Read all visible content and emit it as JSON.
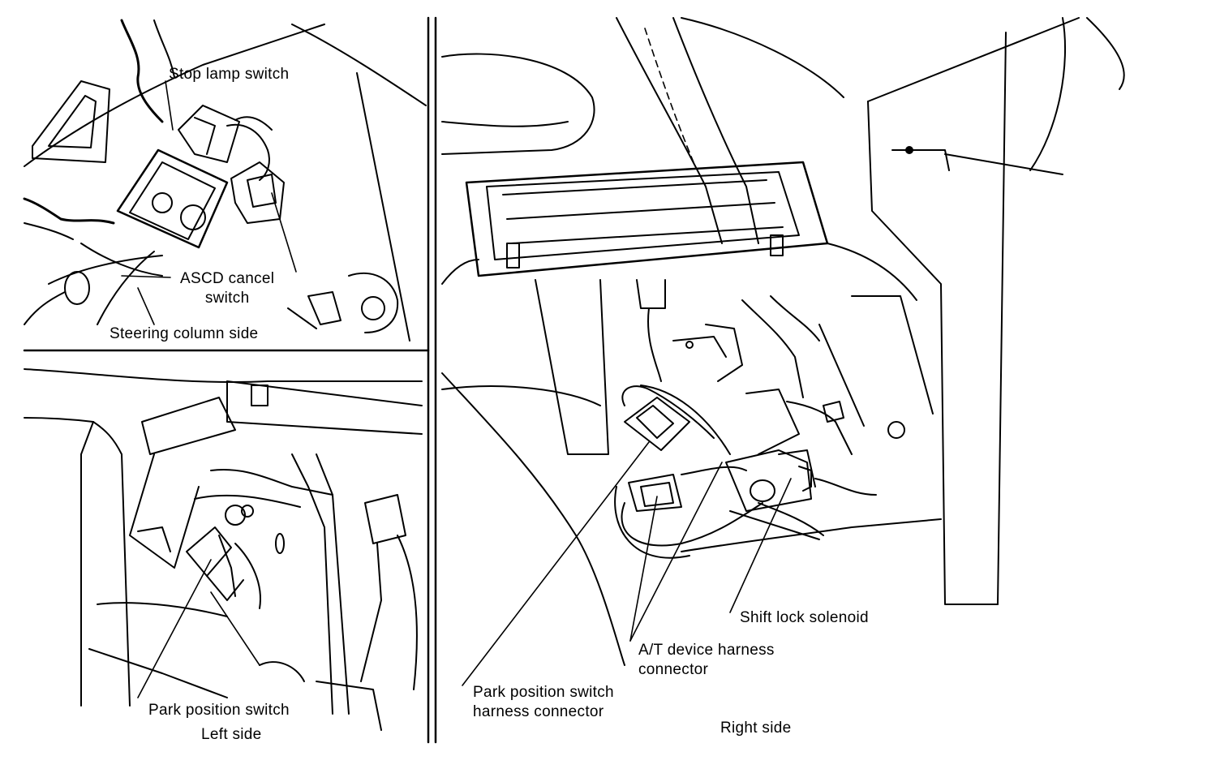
{
  "panels": {
    "top_left": {
      "labels": {
        "stop_lamp_switch": "Stop lamp switch",
        "ascd_cancel_switch_line1": "ASCD cancel",
        "ascd_cancel_switch_line2": "switch",
        "steering_column_side": "Steering column side"
      }
    },
    "bottom_left": {
      "labels": {
        "park_position_switch": "Park position switch",
        "left_side": "Left side"
      }
    },
    "right": {
      "labels": {
        "shift_lock_solenoid": "Shift lock solenoid",
        "at_device_line1": "A/T device harness",
        "at_device_line2": "connector",
        "park_harness_line1": "Park position switch",
        "park_harness_line2": "harness connector",
        "right_side": "Right side"
      }
    }
  },
  "colors": {
    "ink": "#000000",
    "paper": "#ffffff"
  }
}
